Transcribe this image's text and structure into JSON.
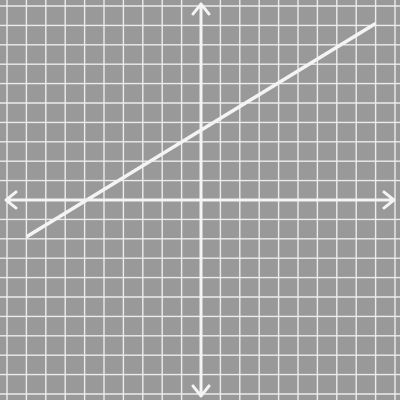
{
  "chart_data": {
    "type": "line",
    "title": "",
    "xlabel": "",
    "ylabel": "",
    "xlim": [
      -10,
      10
    ],
    "ylim": [
      -10,
      10
    ],
    "grid": true,
    "axes_arrows": true,
    "tick_labels": false,
    "series": [
      {
        "x": [
          -9,
          9
        ],
        "y": [
          -1.9,
          9.1
        ]
      }
    ]
  },
  "colors": {
    "background": "#999999",
    "grid": "#ececec",
    "axes": "#f4f4f4",
    "line": "#f4f4f4"
  }
}
